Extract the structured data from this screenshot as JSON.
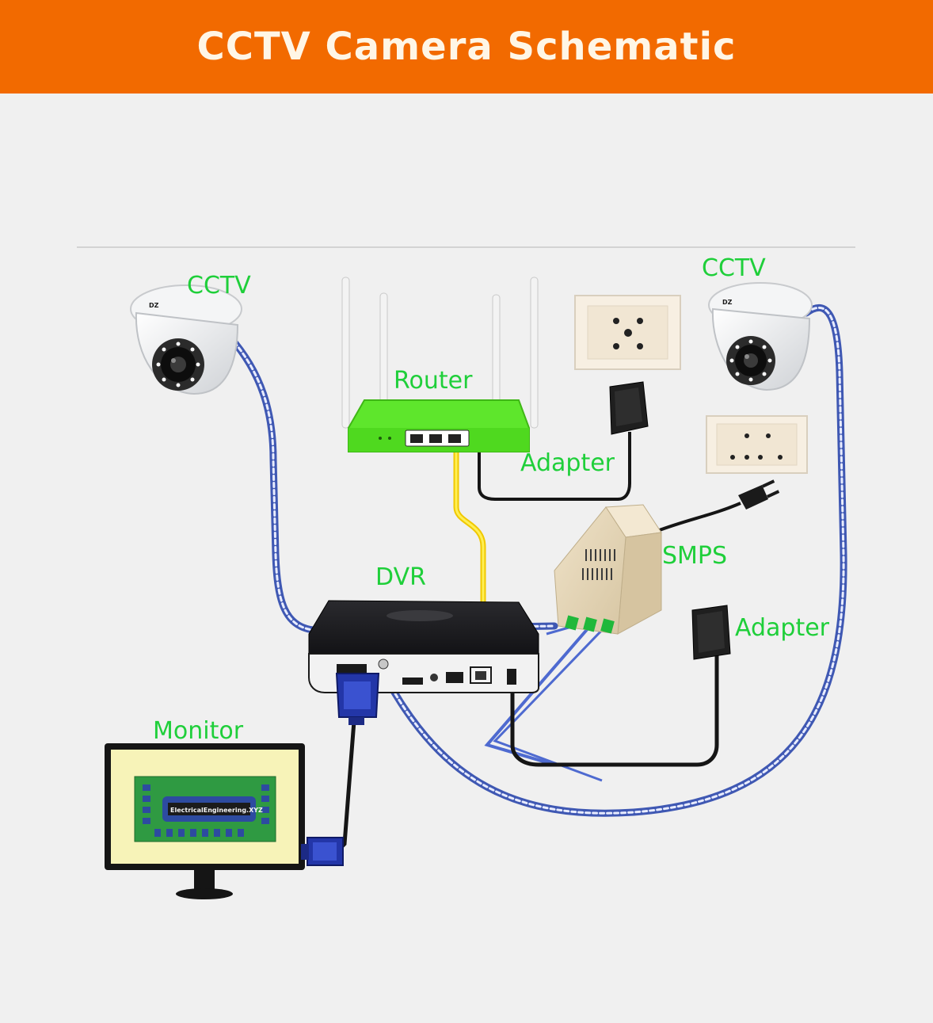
{
  "header": {
    "title": "CCTV Camera Schematic"
  },
  "labels": {
    "cctv_left": "CCTV",
    "cctv_right": "CCTV",
    "router": "Router",
    "adapter_top": "Adapter",
    "adapter_bottom": "Adapter",
    "smps": "SMPS",
    "dvr": "DVR",
    "monitor": "Monitor"
  },
  "monitor_screen": {
    "text": "ElectricalEngineering.XYZ"
  },
  "colors": {
    "banner": "#f26a00",
    "label_green": "#1fcf3a",
    "router_body": "#5ee62c",
    "ethernet_cable": "#ffe11a",
    "coax_cable": "#5a73c9",
    "power_cable": "#151515",
    "monitor_screen": "#f7f3b8"
  }
}
